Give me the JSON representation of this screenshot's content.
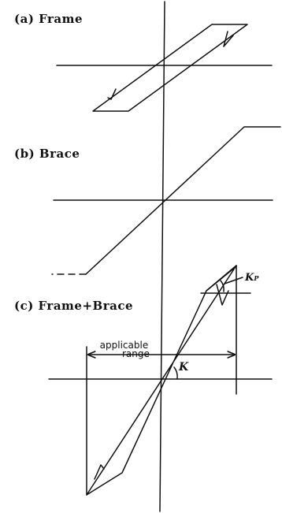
{
  "panels": {
    "a": {
      "label": "(a) Frame"
    },
    "b": {
      "label": "(b) Brace"
    },
    "c": {
      "label": "(c) Frame+Brace"
    }
  },
  "annotations": {
    "applicable_line1": "applicable",
    "applicable_line2": "range",
    "stiffness": "K",
    "kp_main": "K",
    "kp_sub": "P"
  },
  "colors": {
    "ink": "#111111"
  }
}
